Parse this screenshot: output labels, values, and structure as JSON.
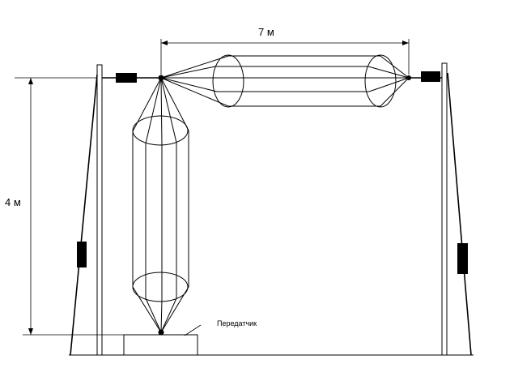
{
  "labels": {
    "horizontal_length": "7 м",
    "vertical_height": "4 м",
    "transmitter": "Передатчик"
  }
}
